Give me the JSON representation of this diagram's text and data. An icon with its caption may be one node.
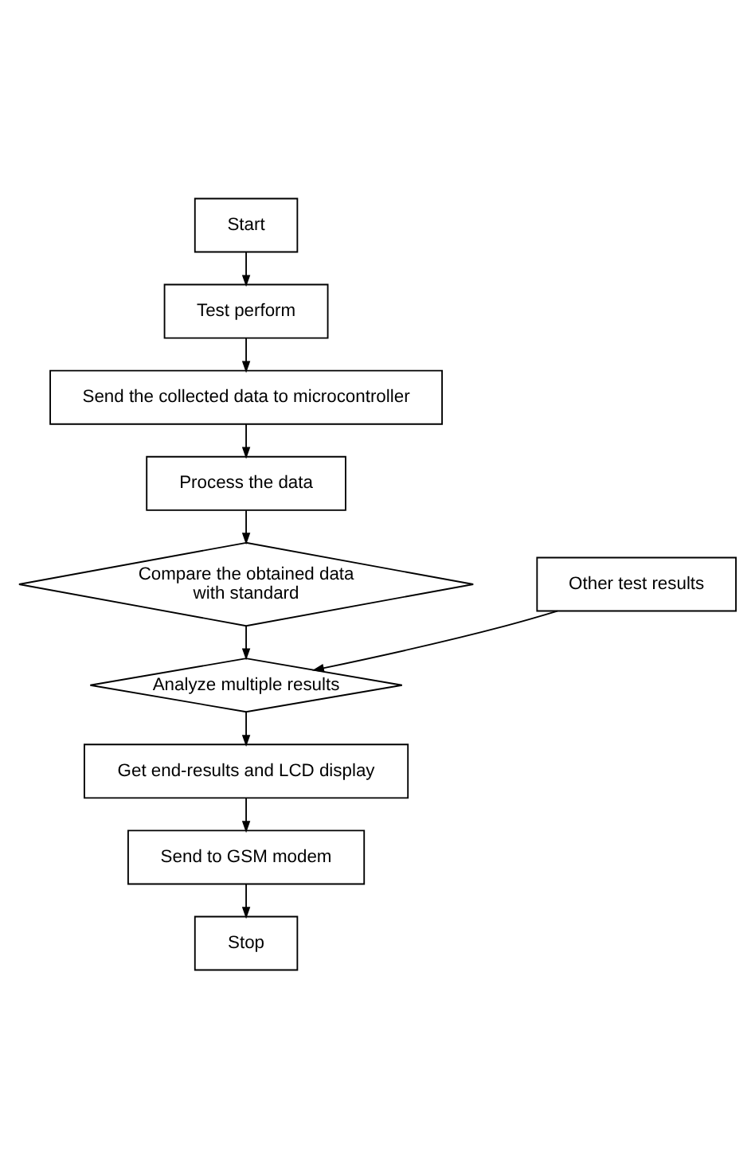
{
  "diagram": {
    "nodes": [
      {
        "text": [
          "Start"
        ]
      },
      {
        "text": [
          "Test perform"
        ]
      },
      {
        "text": [
          "Send the collected data to microcontroller"
        ]
      },
      {
        "text": [
          "Process the data"
        ]
      },
      {
        "text": [
          "Compare the obtained data with standard"
        ]
      },
      {
        "text": [
          "Other test results"
        ]
      },
      {
        "text": [
          "Analyze multiple results"
        ]
      },
      {
        "text": [
          "Get end-results and LCD display"
        ]
      },
      {
        "text": [
          "Send to GSM modem"
        ]
      },
      {
        "text": [
          "Stop"
        ]
      }
    ],
    "edges": [
      {
        "from": 0,
        "to": 1,
        "arrow": "to"
      },
      {
        "from": 1,
        "to": 2,
        "arrow": "to"
      },
      {
        "from": 2,
        "to": 3,
        "arrow": "to"
      },
      {
        "from": 3,
        "to": 4,
        "arrow": "to"
      },
      {
        "from": 4,
        "to": 6,
        "arrow": "to"
      },
      {
        "from": 5,
        "to": 6,
        "arrow": "to"
      },
      {
        "from": 6,
        "to": 7,
        "arrow": "to"
      },
      {
        "from": 7,
        "to": 8,
        "arrow": "to"
      },
      {
        "from": 8,
        "to": 9,
        "arrow": "to"
      }
    ]
  }
}
